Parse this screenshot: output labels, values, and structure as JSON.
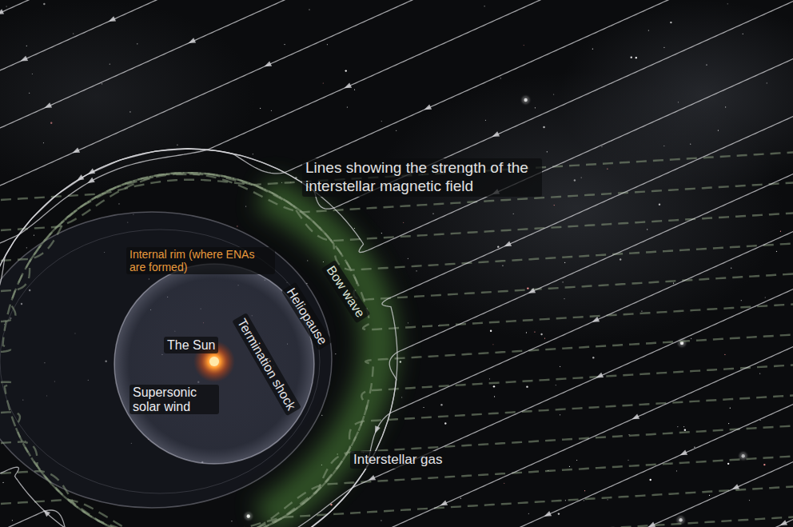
{
  "diagram": {
    "labels": [
      "Lines showing the strength of the interstellar magnetic field",
      "Internal rim (where ENAs are formed)",
      "Bow wave",
      "Heliopause",
      "Termination shock",
      "The Sun",
      "Supersonic solar wind",
      "Interstellar gas"
    ]
  }
}
